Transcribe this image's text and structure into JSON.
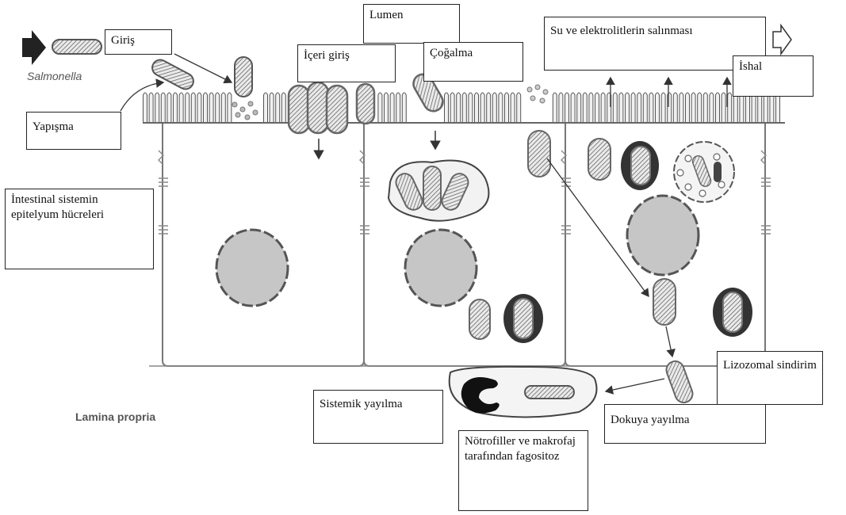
{
  "diagram": {
    "organism_label": "Salmonella",
    "lamina_propria_label": "Lamina propria",
    "labels": {
      "giris": "Giriş",
      "lumen": "Lumen",
      "iceri_giris": "İçeri giriş",
      "cogalma": "Çoğalma",
      "su_elektrolit": "Su ve elektrolitlerin salınması",
      "ishal": "İshal",
      "yapisma": "Yapışma",
      "intestinal": "İntestinal sistemin epitelyum hücreleri",
      "lizozomal": "Lizozomal sindirim",
      "sistemik": "Sistemik yayılma",
      "dokuya": "Dokuya yayılma",
      "notrofiller": "Nötrofiller ve makrofaj tarafından fagositoz"
    }
  }
}
